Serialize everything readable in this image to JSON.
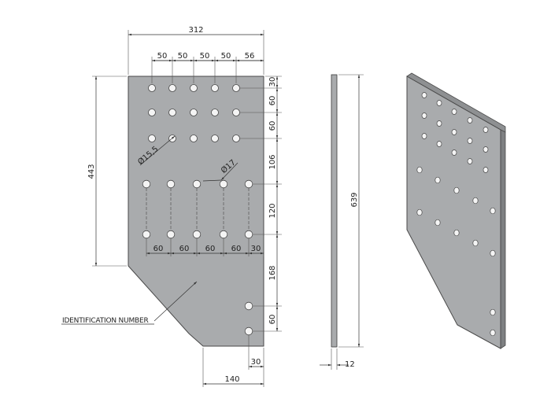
{
  "drawing": {
    "top_dims": {
      "overall_width": "312",
      "spacing": [
        "50",
        "50",
        "50",
        "50",
        "56"
      ]
    },
    "right_dims": [
      "30",
      "60",
      "60",
      "106",
      "120",
      "168",
      "60"
    ],
    "bottom_row_spacing": [
      "60",
      "60",
      "60",
      "60",
      "30"
    ],
    "height_left": "443",
    "small_hole_dia": "Ø15,5",
    "large_hole_dia": "Ø17",
    "bottom_edge_offset": "30",
    "bottom_width": "140",
    "identification_label": "IDENTIFICATION NUMBER",
    "side_height": "639",
    "thickness": "12"
  },
  "colors": {
    "plate_fill": "#a9abad",
    "plate_stroke": "#4a4a4a",
    "hole_fill": "#f4f4f4",
    "dim_line": "#333333"
  }
}
